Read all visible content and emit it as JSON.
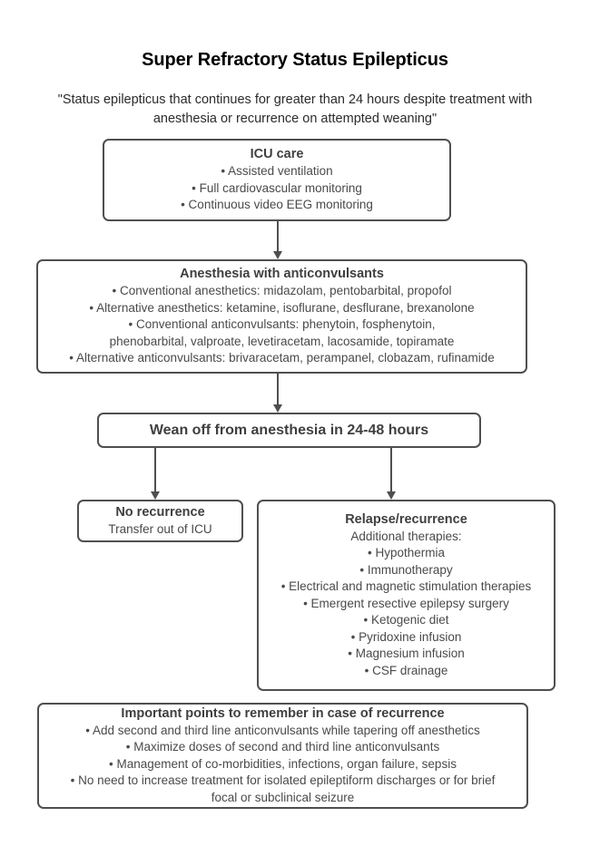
{
  "document": {
    "title": "Super Refractory Status Epilepticus",
    "definition": "\"Status epilepticus that continues for greater than 24 hours despite treatment with anesthesia or recurrence on attempted weaning\""
  },
  "colors": {
    "border": "#4f4f4f",
    "box_text": "#4a4a4a",
    "heading_text": "#3f3f3f",
    "title_text": "#000000",
    "background": "#ffffff"
  },
  "flowchart": {
    "type": "flowchart",
    "orientation": "top-to-bottom",
    "nodes": [
      {
        "id": "icu",
        "heading": "ICU care",
        "lines": [
          "• Assisted ventilation",
          "• Full cardiovascular monitoring",
          "• Continuous video EEG monitoring"
        ]
      },
      {
        "id": "anesthesia",
        "heading": "Anesthesia with anticonvulsants",
        "lines": [
          "• Conventional anesthetics: midazolam, pentobarbital, propofol",
          "• Alternative anesthetics: ketamine, isoflurane, desflurane, brexanolone",
          "• Conventional anticonvulsants: phenytoin, fosphenytoin, phenobarbital, valproate, levetiracetam, lacosamide, topiramate",
          "• Alternative anticonvulsants: brivaracetam, perampanel, clobazam, rufinamide"
        ]
      },
      {
        "id": "wean",
        "heading": "Wean off from anesthesia in 24-48 hours",
        "lines": []
      },
      {
        "id": "norecurrence",
        "heading": "No recurrence",
        "lines": [
          "Transfer out of ICU"
        ]
      },
      {
        "id": "relapse",
        "heading": "Relapse/recurrence",
        "lines": [
          "Additional therapies:",
          "• Hypothermia",
          "• Immunotherapy",
          "• Electrical and magnetic stimulation therapies",
          "• Emergent resective epilepsy surgery",
          "• Ketogenic diet",
          "• Pyridoxine infusion",
          "• Magnesium infusion",
          "• CSF drainage"
        ]
      },
      {
        "id": "important",
        "heading": "Important points to remember in case of recurrence",
        "lines": [
          "• Add second and third line anticonvulsants while tapering off anesthetics",
          "• Maximize doses of second and third line anticonvulsants",
          "• Management of co-morbidities, infections, organ failure, sepsis",
          "• No need to increase treatment for isolated epileptiform discharges or for brief focal or subclinical seizure"
        ]
      }
    ],
    "edges": [
      {
        "from": "icu",
        "to": "anesthesia",
        "label": ""
      },
      {
        "from": "anesthesia",
        "to": "wean",
        "label": ""
      },
      {
        "from": "wean",
        "to": "norecurrence",
        "label": ""
      },
      {
        "from": "wean",
        "to": "relapse",
        "label": ""
      }
    ]
  }
}
